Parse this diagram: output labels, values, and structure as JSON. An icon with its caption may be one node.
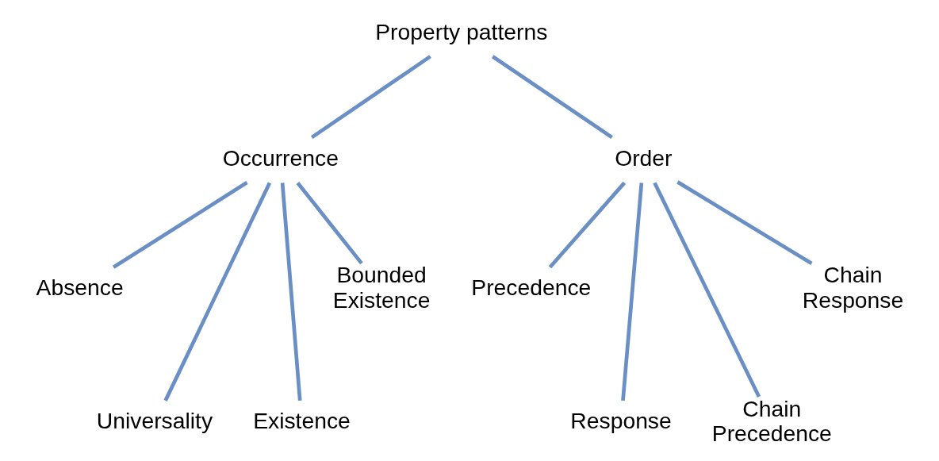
{
  "diagram": {
    "nodes": [
      {
        "text": [
          "Property patterns"
        ]
      },
      {
        "text": [
          "Occurrence"
        ]
      },
      {
        "text": [
          "Order"
        ]
      },
      {
        "text": [
          "Absence"
        ]
      },
      {
        "text": [
          "Universality"
        ]
      },
      {
        "text": [
          "Existence"
        ]
      },
      {
        "text": [
          "Bounded Existence"
        ]
      },
      {
        "text": [
          "Precedence"
        ]
      },
      {
        "text": [
          "Response"
        ]
      },
      {
        "text": [
          "Chain Precedence"
        ]
      },
      {
        "text": [
          "Chain Response"
        ]
      }
    ],
    "edges": [
      {
        "from": 0,
        "to": 1,
        "arrow": "none"
      },
      {
        "from": 0,
        "to": 2,
        "arrow": "none"
      },
      {
        "from": 1,
        "to": 3,
        "arrow": "none"
      },
      {
        "from": 1,
        "to": 4,
        "arrow": "none"
      },
      {
        "from": 1,
        "to": 5,
        "arrow": "none"
      },
      {
        "from": 1,
        "to": 6,
        "arrow": "none"
      },
      {
        "from": 2,
        "to": 7,
        "arrow": "none"
      },
      {
        "from": 2,
        "to": 8,
        "arrow": "none"
      },
      {
        "from": 2,
        "to": 9,
        "arrow": "none"
      },
      {
        "from": 2,
        "to": 10,
        "arrow": "none"
      }
    ]
  }
}
